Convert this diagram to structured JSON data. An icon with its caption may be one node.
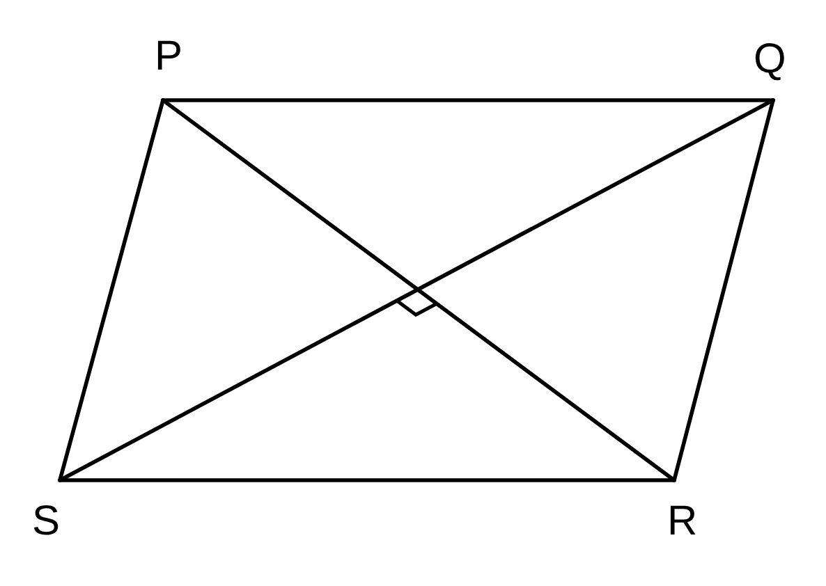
{
  "diagram": {
    "nodes": [
      {
        "text": [
          "P"
        ]
      },
      {
        "text": [
          "Q"
        ]
      },
      {
        "text": [
          "R"
        ]
      },
      {
        "text": [
          "S"
        ]
      }
    ],
    "edges": [
      {
        "from": 0,
        "to": 1,
        "arrow": "none"
      },
      {
        "from": 1,
        "to": 2,
        "arrow": "none"
      },
      {
        "from": 2,
        "to": 3,
        "arrow": "none"
      },
      {
        "from": 3,
        "to": 0,
        "arrow": "none"
      },
      {
        "from": 0,
        "to": 2,
        "arrow": "none"
      },
      {
        "from": 1,
        "to": 3,
        "arrow": "none"
      }
    ]
  }
}
